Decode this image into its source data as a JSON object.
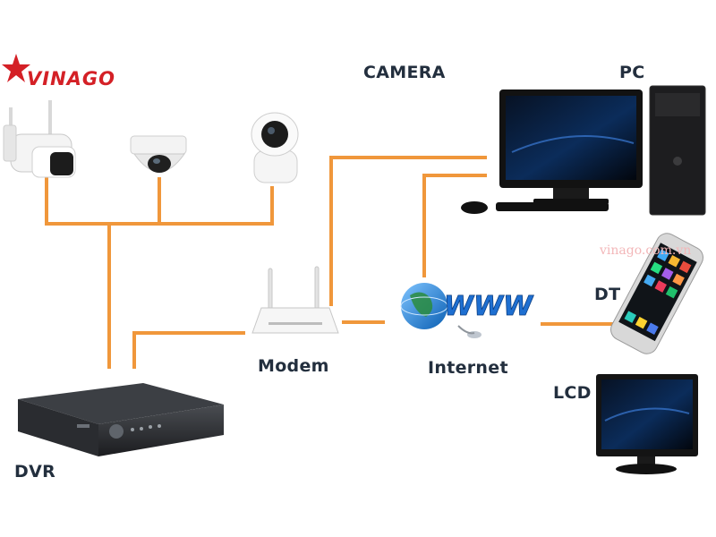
{
  "brand": {
    "name": "VINAGO",
    "watermark": "vinago.com.vn",
    "accent_color": "#d42026",
    "line_color": "#f0973b"
  },
  "labels": {
    "camera": "CAMERA",
    "pc": "PC",
    "dt": "DT",
    "lcd": "LCD",
    "modem": "Modem",
    "internet": "Internet",
    "dvr": "DVR",
    "www": "WWW"
  },
  "icons": [
    "bullet-camera-icon",
    "dome-camera-icon",
    "cube-camera-icon",
    "desktop-pc-icon",
    "smartphone-icon",
    "lcd-monitor-icon",
    "modem-router-icon",
    "globe-www-icon",
    "dvr-recorder-icon"
  ]
}
